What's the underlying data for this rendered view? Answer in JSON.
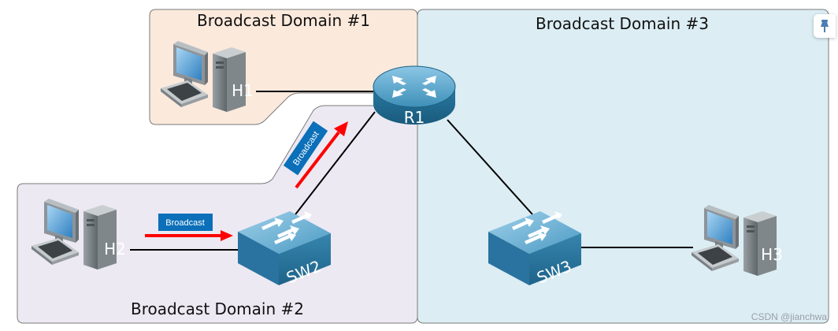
{
  "domains": [
    {
      "id": "domain-1",
      "title": "Broadcast Domain #1"
    },
    {
      "id": "domain-2",
      "title": "Broadcast Domain #2"
    },
    {
      "id": "domain-3",
      "title": "Broadcast Domain #3"
    }
  ],
  "devices": {
    "router": {
      "label": "R1",
      "type": "router"
    },
    "hosts": [
      {
        "label": "H1",
        "type": "host"
      },
      {
        "label": "H2",
        "type": "host"
      },
      {
        "label": "H3",
        "type": "host"
      }
    ],
    "switches": [
      {
        "label": "SW2",
        "type": "switch"
      },
      {
        "label": "SW3",
        "type": "switch"
      }
    ]
  },
  "links": [
    {
      "from": "H1",
      "to": "R1"
    },
    {
      "from": "H2",
      "to": "SW2"
    },
    {
      "from": "SW2",
      "to": "R1"
    },
    {
      "from": "R1",
      "to": "SW3"
    },
    {
      "from": "SW3",
      "to": "H3"
    }
  ],
  "broadcast_tags": [
    {
      "label": "Broadcast",
      "path": "H2 to SW2"
    },
    {
      "label": "Broadcast",
      "path": "SW2 to R1"
    }
  ],
  "watermark": "CSDN @jianchwa",
  "colors": {
    "domain1_fill": "#fbe9dc",
    "domain2_fill": "#ece9f3",
    "domain3_fill": "#dcedf4",
    "broadcast_arrow": "#ff0000",
    "broadcast_tag": "#0b6fb9",
    "device_blue": "#2f7fa6"
  },
  "icons": {
    "pin": "pin-icon"
  }
}
